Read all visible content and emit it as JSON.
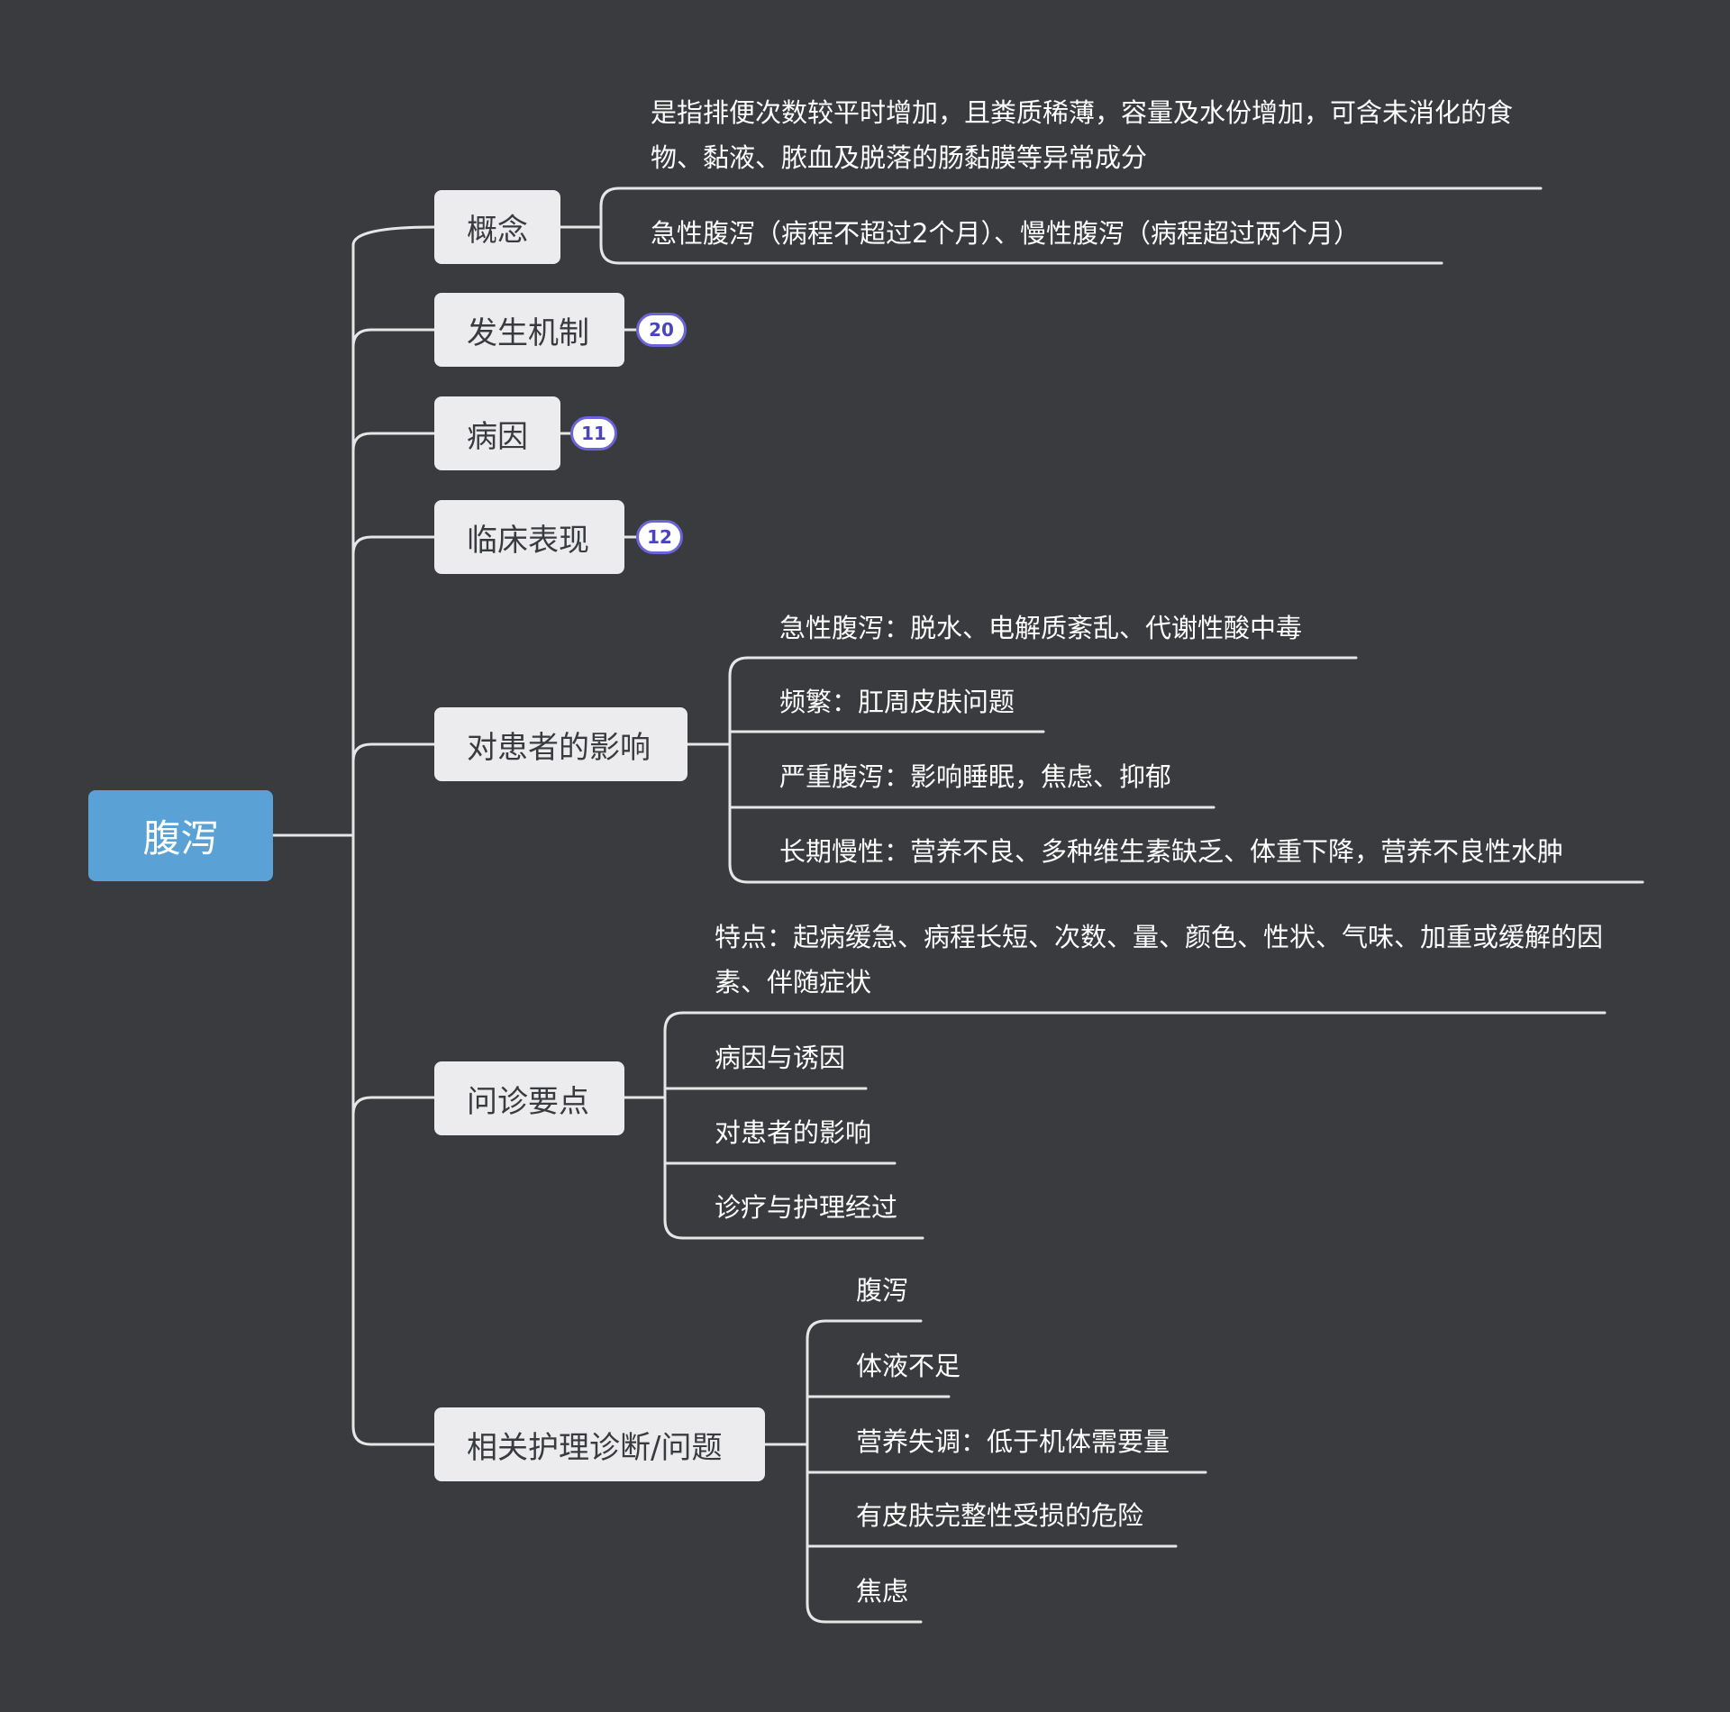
{
  "root": {
    "label": "腹泻"
  },
  "branches": [
    {
      "label": "概念",
      "children": [
        "是指排便次数较平时增加，且粪质稀薄，容量及水份增加，可含未消化的食物、黏液、脓血及脱落的肠黏膜等异常成分",
        "急性腹泻（病程不超过2个月）、慢性腹泻（病程超过两个月）"
      ]
    },
    {
      "label": "发生机制",
      "badge": "20"
    },
    {
      "label": "病因",
      "badge": "11"
    },
    {
      "label": "临床表现",
      "badge": "12"
    },
    {
      "label": "对患者的影响",
      "children": [
        "急性腹泻：脱水、电解质紊乱、代谢性酸中毒",
        "频繁：肛周皮肤问题",
        "严重腹泻：影响睡眠，焦虑、抑郁",
        "长期慢性：营养不良、多种维生素缺乏、体重下降，营养不良性水肿"
      ]
    },
    {
      "label": "问诊要点",
      "children": [
        "特点：起病缓急、病程长短、次数、量、颜色、性状、气味、加重或缓解的因素、伴随症状",
        "病因与诱因",
        "对患者的影响",
        "诊疗与护理经过"
      ]
    },
    {
      "label": "相关护理诊断/问题",
      "children": [
        "腹泻",
        "体液不足",
        "营养失调：低于机体需要量",
        "有皮肤完整性受损的危险",
        "焦虑"
      ]
    }
  ]
}
